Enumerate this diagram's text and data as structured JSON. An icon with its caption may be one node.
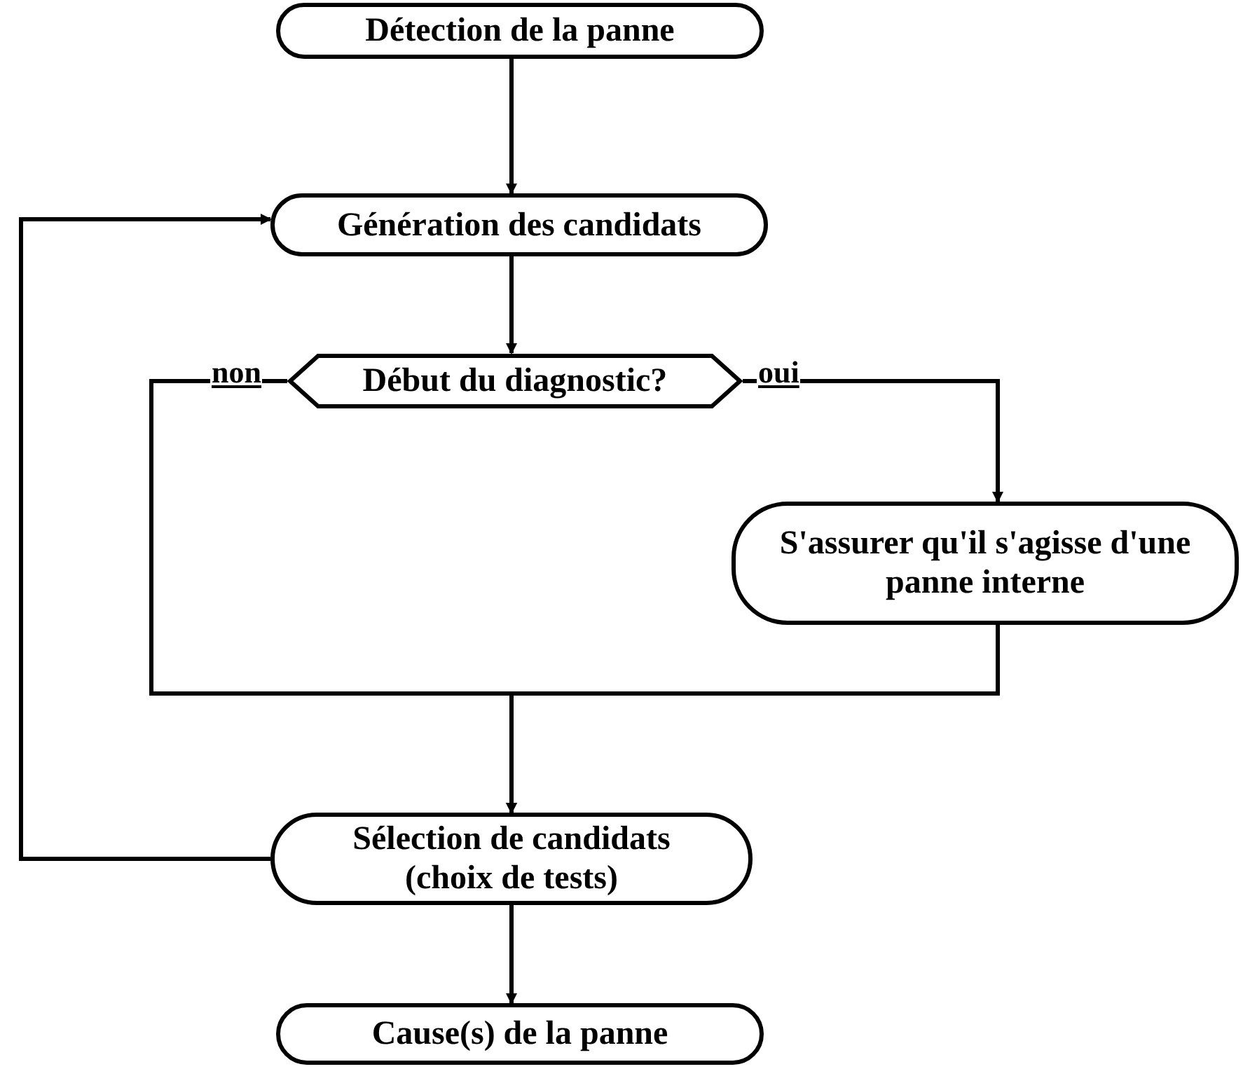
{
  "diagram": {
    "nodes": [
      {
        "text": [
          "Détection de la panne"
        ]
      },
      {
        "text": [
          "Génération des candidats"
        ]
      },
      {
        "text": [
          "Début du diagnostic?"
        ]
      },
      {
        "text": [
          "S'assurer qu'il s'agisse d'une panne interne"
        ]
      },
      {
        "text": [
          "Sélection de candidats",
          "(choix de tests)"
        ]
      },
      {
        "text": [
          "Cause(s) de la panne"
        ]
      }
    ],
    "edges": [
      {
        "from": 0,
        "to": 1,
        "arrow": "to"
      },
      {
        "from": 1,
        "to": 2,
        "arrow": "to"
      },
      {
        "from": 2,
        "to": 3,
        "arrow": "to",
        "label": "oui"
      },
      {
        "from": 2,
        "to": 4,
        "arrow": "to",
        "label": "non"
      },
      {
        "from": 3,
        "to": 4,
        "arrow": "to"
      },
      {
        "from": 4,
        "to": 1,
        "arrow": "to"
      },
      {
        "from": 4,
        "to": 5,
        "arrow": "to"
      }
    ]
  }
}
